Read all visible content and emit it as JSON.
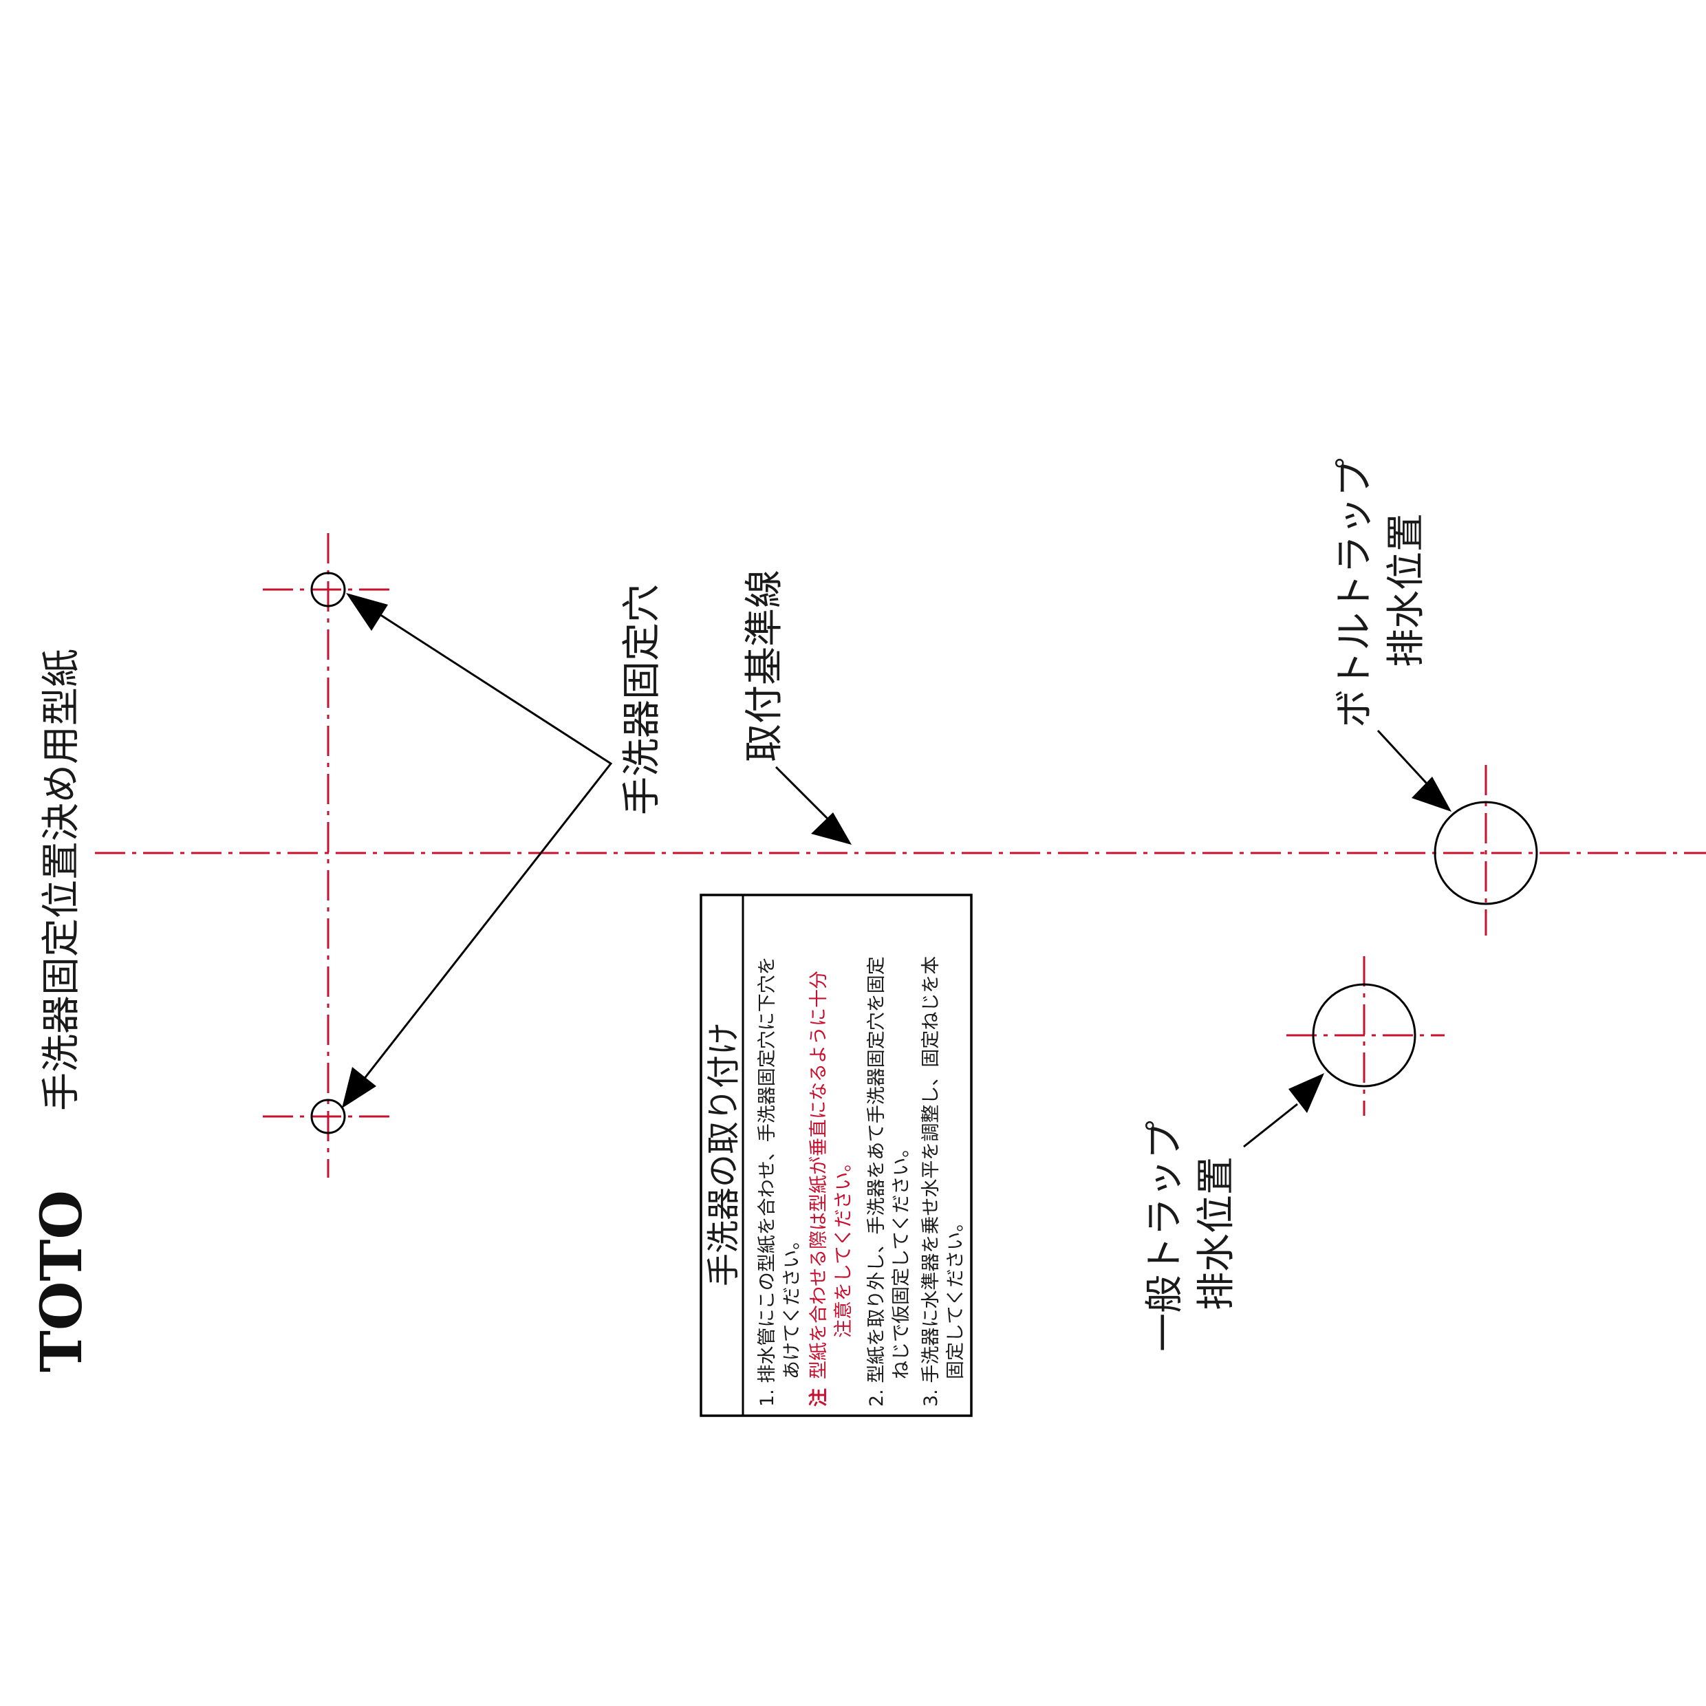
{
  "brand": "TOTO",
  "title": "手洗器固定位置決め用型紙",
  "labels": {
    "fixing_holes": "手洗器固定穴",
    "reference_line": "取付基準線",
    "bottle_trap_line1": "ボトルトラップ",
    "bottle_trap_line2": "排水位置",
    "general_trap_line1": "一般トラップ",
    "general_trap_line2": "排水位置"
  },
  "instructions": {
    "heading": "手洗器の取り付け",
    "step1_line1": "1. 排水管にこの型紙を合わせ、手洗器固定穴に下穴を",
    "step1_line2": "あけてください。",
    "note_prefix": "注",
    "note_line1": "型紙を合わせる際は型紙が垂直になるように十分",
    "note_line2": "注意をしてください。",
    "step2_line1": "2. 型紙を取り外し、手洗器をあて手洗器固定穴を固定",
    "step2_line2": "ねじで仮固定してください。",
    "step3_line1": "3. 手洗器に水準器を乗せ水平を調整し、固定ねじを本",
    "step3_line2": "固定してください。"
  },
  "colors": {
    "centerline": "#c8102e",
    "note_text": "#c8102e",
    "ink": "#000000"
  }
}
